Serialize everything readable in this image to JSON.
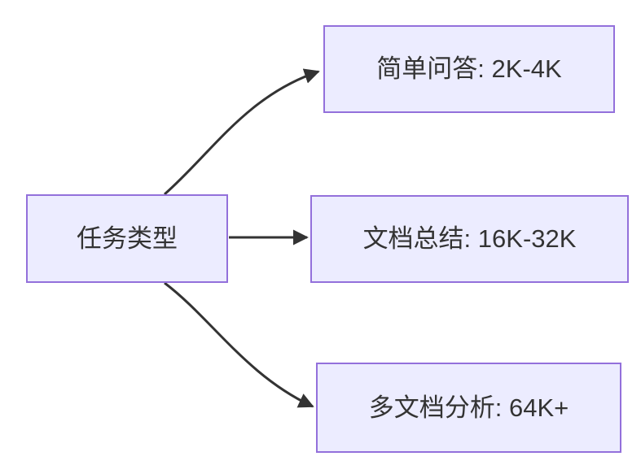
{
  "diagram": {
    "root": {
      "label": "任务类型"
    },
    "branches": [
      {
        "label": "简单问答: 2K-4K"
      },
      {
        "label": "文档总结: 16K-32K"
      },
      {
        "label": "多文档分析: 64K+"
      }
    ],
    "colors": {
      "node_fill": "#ECECFF",
      "node_border": "#9370DB",
      "edge_line": "#333333",
      "text": "#333333",
      "background": "#FFFFFF"
    }
  }
}
